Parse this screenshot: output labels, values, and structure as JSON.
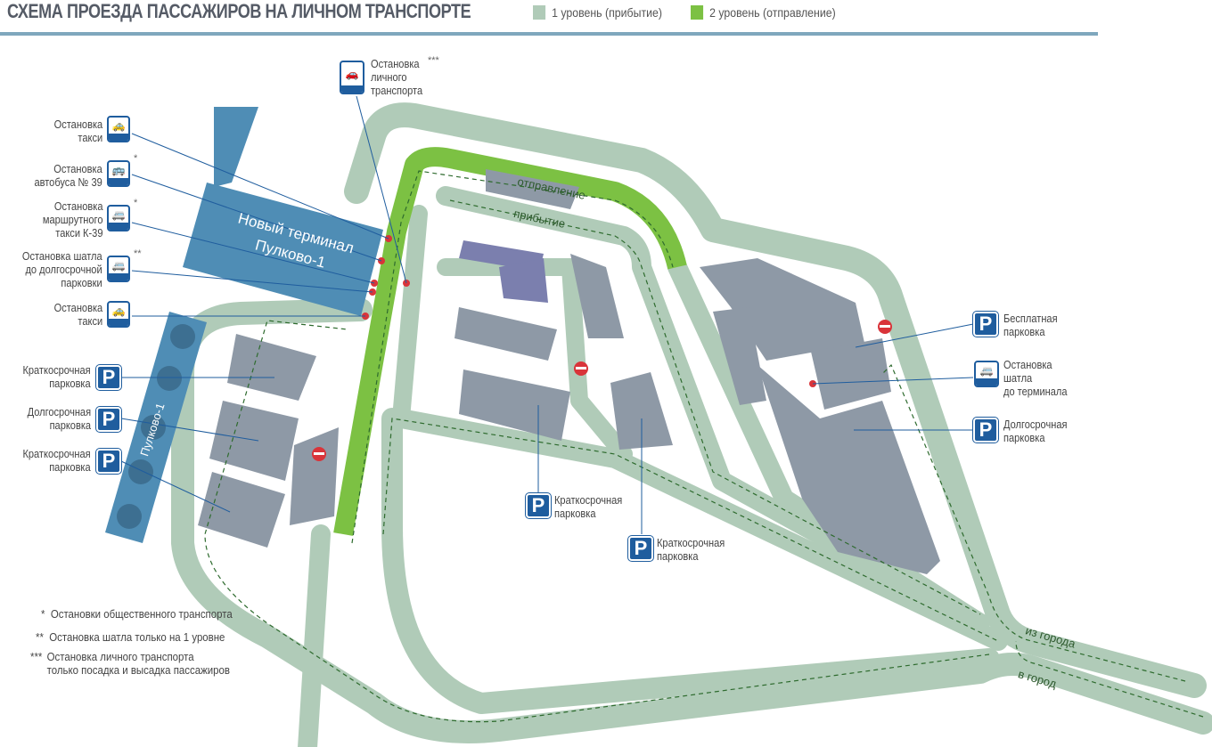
{
  "title": "СХЕМА ПРОЕЗДА ПАССАЖИРОВ НА ЛИЧНОМ ТРАНСПОРТЕ",
  "legend": [
    {
      "label": "1 уровень (прибытие)",
      "color": "#b0cbb8"
    },
    {
      "label": "2 уровень (отправление)",
      "color": "#7cc143"
    }
  ],
  "colors": {
    "road": "#b0cbb8",
    "level2": "#7cc143",
    "building": "#8e99a6",
    "terminal": "#4f8db5",
    "icon": "#1f5d9e",
    "arrow": "#2e6b2e",
    "noentry": "#d9343a"
  },
  "stops_left": [
    {
      "label": "Остановка\nтакси",
      "icon": "taxi-icon",
      "mark": ""
    },
    {
      "label": "Остановка\nавтобуса № 39",
      "icon": "bus-icon",
      "mark": "*"
    },
    {
      "label": "Остановка\nмаршрутного\nтакси К-39",
      "icon": "minibus-icon",
      "mark": "*"
    },
    {
      "label": "Остановка шатла\nдо долгосрочной\nпарковки",
      "icon": "shuttle-icon",
      "mark": "**"
    },
    {
      "label": "Остановка\nтакси",
      "icon": "taxi-icon",
      "mark": ""
    }
  ],
  "private_stop": {
    "label": "Остановка\nличного\nтранспорта",
    "mark": "***"
  },
  "parking_left": [
    {
      "label": "Краткосрочная\nпарковка"
    },
    {
      "label": "Долгосрочная\nпарковка"
    },
    {
      "label": "Краткосрочная\nпарковка"
    }
  ],
  "parking_center": [
    {
      "label": "Краткосрочная\nпарковка"
    },
    {
      "label": "Краткосрочная\nпарковка"
    }
  ],
  "right": [
    {
      "label": "Бесплатная\nпарковка",
      "type": "parking"
    },
    {
      "label": "Остановка\nшатла\nдо терминала",
      "type": "shuttle"
    },
    {
      "label": "Долгосрочная\nпарковка",
      "type": "parking"
    }
  ],
  "parking_symbol": "P",
  "terminal": "Новый терминал\nПулково-1",
  "old_terminal": "Пулково-1",
  "road_labels": {
    "departure": "отправление",
    "arrival": "прибытие",
    "from_city": "из города",
    "to_city": "в город"
  },
  "notes": [
    {
      "mark": "*",
      "text": "Остановки общественного транспорта"
    },
    {
      "mark": "**",
      "text": "Остановка шатла только на 1 уровне"
    },
    {
      "mark": "***",
      "text": "Остановка личного транспорта\nтолько посадка и высадка пассажиров"
    }
  ]
}
